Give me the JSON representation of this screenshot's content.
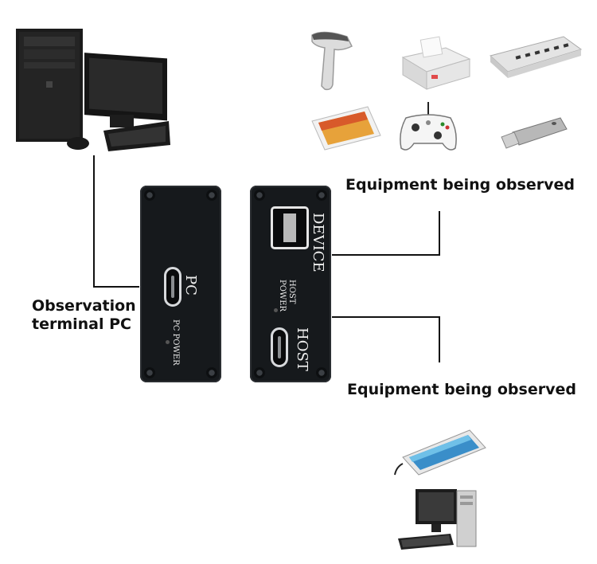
{
  "labels": {
    "observation_pc": [
      "Observation",
      "terminal PC"
    ],
    "equipment_top": "Equipment being observed",
    "equipment_bottom": "Equipment being observed"
  },
  "device_pc_side": {
    "port_label": "PC",
    "power_label": "PC POWER"
  },
  "device_host_side": {
    "device_port_label": "DEVICE",
    "host_power_label": [
      "HOST",
      "POWER"
    ],
    "host_port_label": "HOST"
  },
  "icons": [
    "desktop-pc-icon",
    "barcode-scanner-icon",
    "receipt-printer-icon",
    "usb-hub-icon",
    "tablet-icon",
    "gamepad-icon",
    "usb-flash-drive-icon",
    "smartphone-icon",
    "desktop-computer-icon"
  ]
}
